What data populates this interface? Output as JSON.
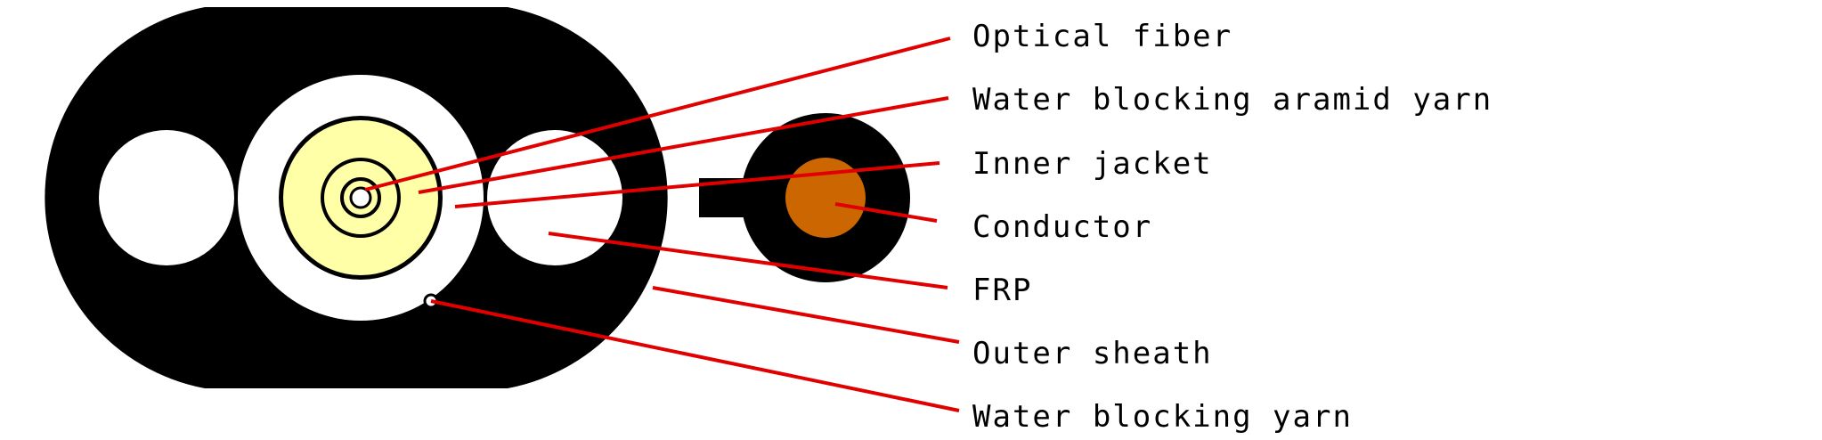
{
  "diagram": {
    "colors": {
      "background": "#ffffff",
      "sheath": "#000000",
      "hole": "#ffffff",
      "aramid_yarn": "#ffffa8",
      "conductor": "#cc6600",
      "leader_line": "#e00000",
      "label": "#000000"
    },
    "labels": [
      {
        "id": "optical-fiber",
        "text": "Optical fiber"
      },
      {
        "id": "water-blocking-aramid-yarn",
        "text": "Water blocking aramid yarn"
      },
      {
        "id": "inner-jacket",
        "text": "Inner jacket"
      },
      {
        "id": "conductor",
        "text": "Conductor"
      },
      {
        "id": "frp",
        "text": "FRP"
      },
      {
        "id": "outer-sheath",
        "text": "Outer sheath"
      },
      {
        "id": "water-blocking-yarn",
        "text": "Water blocking yarn"
      }
    ]
  }
}
